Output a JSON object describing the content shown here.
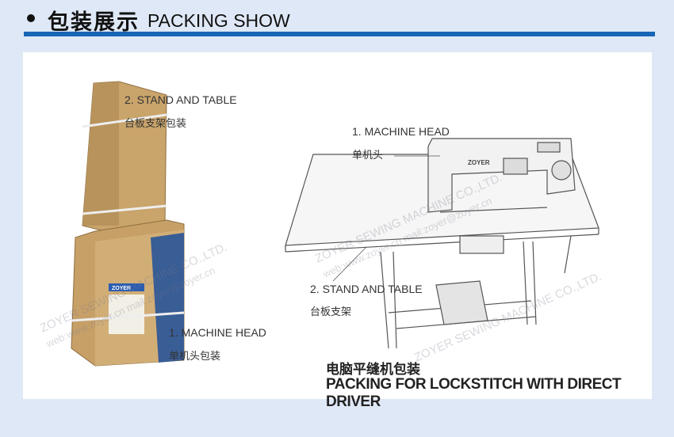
{
  "header": {
    "title_cn": "包装展示",
    "title_en": "PACKING SHOW"
  },
  "left_photo": {
    "stand_label_en": "2. STAND AND TABLE",
    "stand_label_cn": "台板支架包装",
    "head_label_en": "1. MACHINE HEAD",
    "head_label_cn": "单机头包装",
    "box_brand": "ZOYER"
  },
  "right_drawing": {
    "head_label_en": "1. MACHINE HEAD",
    "head_label_cn": "单机头",
    "stand_label_en": "2. STAND AND TABLE",
    "stand_label_cn": "台板支架",
    "machine_brand": "ZOYER"
  },
  "caption": {
    "cn": "电脑平缝机包装",
    "en": "PACKING FOR LOCKSTITCH WITH DIRECT DRIVER"
  },
  "watermarks": {
    "company": "ZOYER SEWING MACHINE CO.,LTD.",
    "web": "web:www.zoyer.cn  mail:zoyer@zoyer.cn"
  },
  "colors": {
    "accent": "#1766b8",
    "background": "#dfe8f6",
    "carton": "#c9a46b"
  }
}
